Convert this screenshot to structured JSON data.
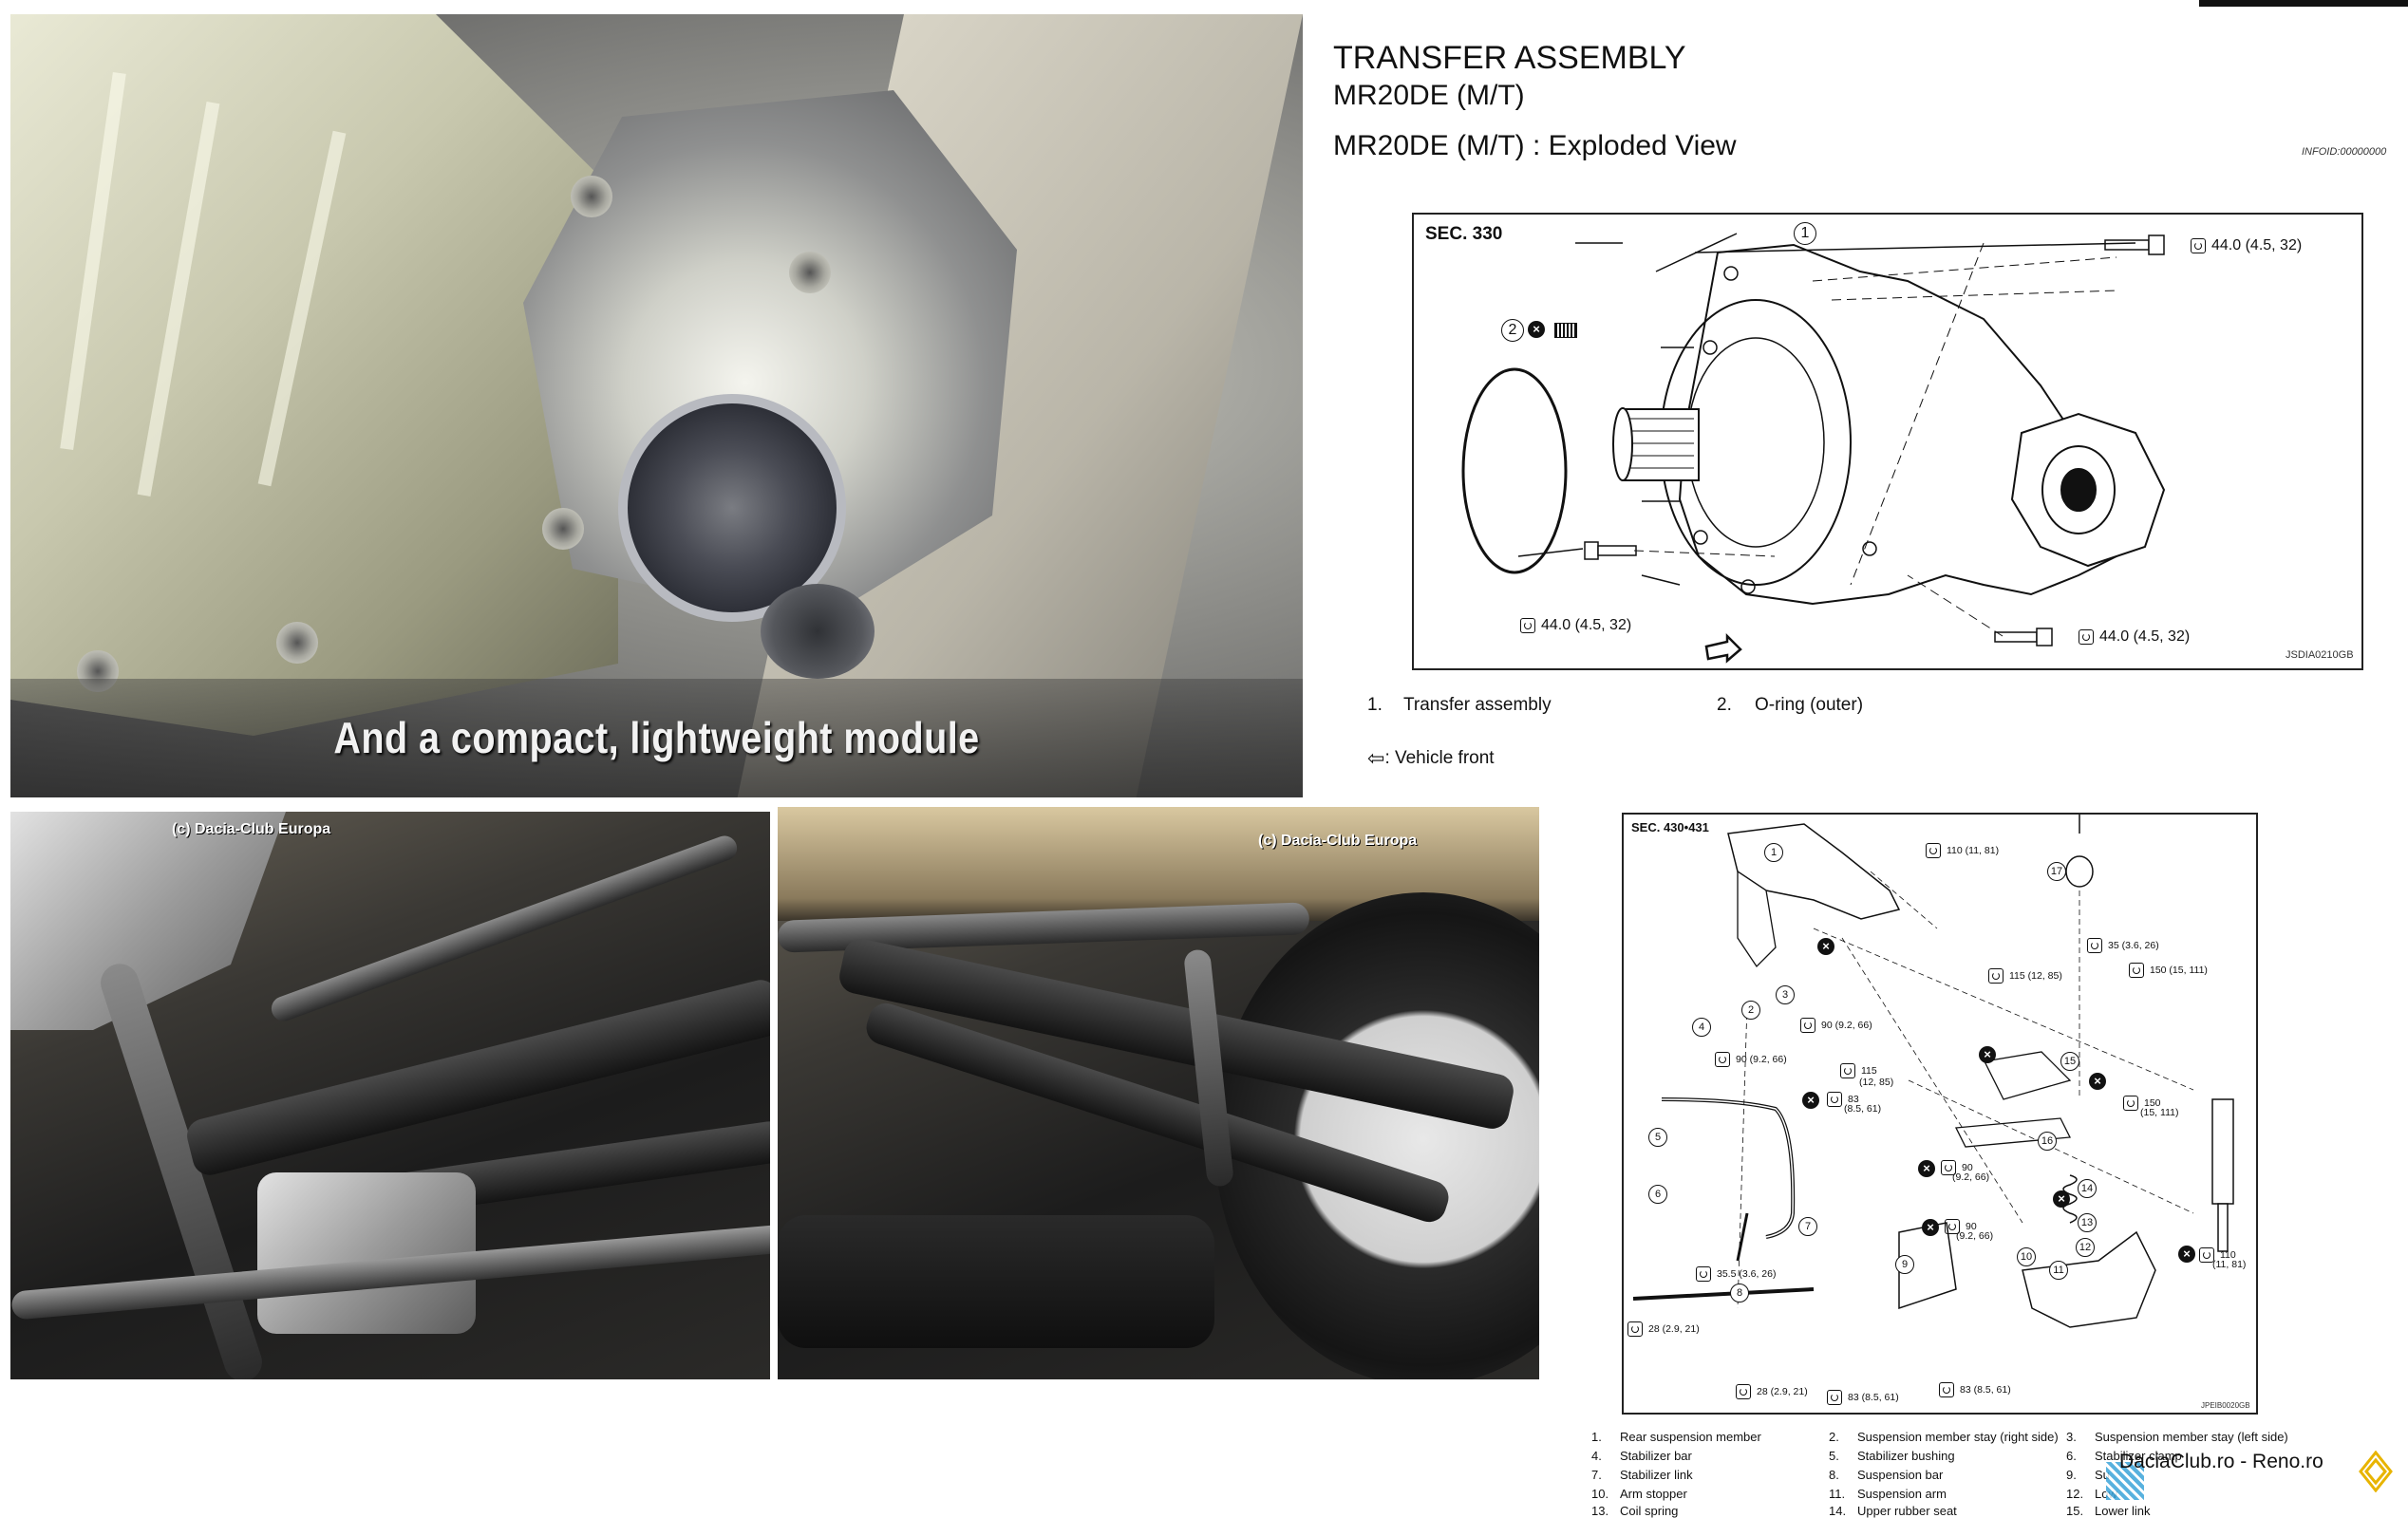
{
  "video": {
    "caption": "And a compact, lightweight module"
  },
  "photos": {
    "watermark_left": "(c) Dacia-Club Europa",
    "watermark_right": "(c) Dacia-Club Europa"
  },
  "transfer": {
    "title": "TRANSFER ASSEMBLY",
    "subtitle": "MR20DE (M/T)",
    "section_heading": "MR20DE (M/T) : Exploded View",
    "info_id": "INFOID:00000000",
    "sec_label": "SEC. 330",
    "torques": [
      "44.0 (4.5, 32)",
      "44.0 (4.5, 32)",
      "44.0 (4.5, 32)"
    ],
    "ref_code": "JSDIA0210GB",
    "callouts": [
      "1",
      "2"
    ],
    "legend": [
      {
        "num": "1.",
        "label": "Transfer assembly"
      },
      {
        "num": "2.",
        "label": "O-ring (outer)"
      }
    ],
    "front_note": ": Vehicle front"
  },
  "suspension": {
    "sec_label": "SEC. 430•431",
    "ref_code": "JPEIB0020GB",
    "torques": [
      "110 (11, 81)",
      "35 (3.6, 26)",
      "115 (12, 85)",
      "150 (15, 111)",
      "90 (9.2, 66)",
      "90 (9.2, 66)",
      "115",
      "(12, 85)",
      "83",
      "(8.5, 61)",
      "150",
      "(15, 111)",
      "90",
      "(9.2, 66)",
      "90",
      "(9.2, 66)",
      "110",
      "(11, 81)",
      "35.5 (3.6, 26)",
      "28 (2.9, 21)",
      "28 (2.9, 21)",
      "83 (8.5, 61)",
      "83 (8.5, 61)"
    ],
    "callouts": [
      "1",
      "17",
      "2",
      "3",
      "4",
      "15",
      "16",
      "5",
      "6",
      "7",
      "9",
      "8",
      "14",
      "13",
      "12",
      "11",
      "10"
    ],
    "legend": [
      {
        "num": "1.",
        "label": "Rear suspension member"
      },
      {
        "num": "2.",
        "label": "Suspension member stay (right side)"
      },
      {
        "num": "3.",
        "label": "Suspension member stay (left side)"
      },
      {
        "num": "4.",
        "label": "Stabilizer bar"
      },
      {
        "num": "5.",
        "label": "Stabilizer bushing"
      },
      {
        "num": "6.",
        "label": "Stabilizer clamp"
      },
      {
        "num": "7.",
        "label": "Stabilizer link"
      },
      {
        "num": "8.",
        "label": "Suspension bar"
      },
      {
        "num": "9.",
        "label": "Su"
      },
      {
        "num": "10.",
        "label": "Arm stopper"
      },
      {
        "num": "11.",
        "label": "Suspension arm"
      },
      {
        "num": "12.",
        "label": "Low"
      },
      {
        "num": "13.",
        "label": "Coil spring"
      },
      {
        "num": "14.",
        "label": "Upper rubber seat"
      },
      {
        "num": "15.",
        "label": "Lower link"
      }
    ]
  },
  "branding": {
    "site": "DaciaClub.ro - Reno.ro"
  },
  "colors": {
    "brand_blue": "#3aa3d8",
    "diagram_line": "#222222",
    "photo_shadow": "#1c1c1c"
  }
}
